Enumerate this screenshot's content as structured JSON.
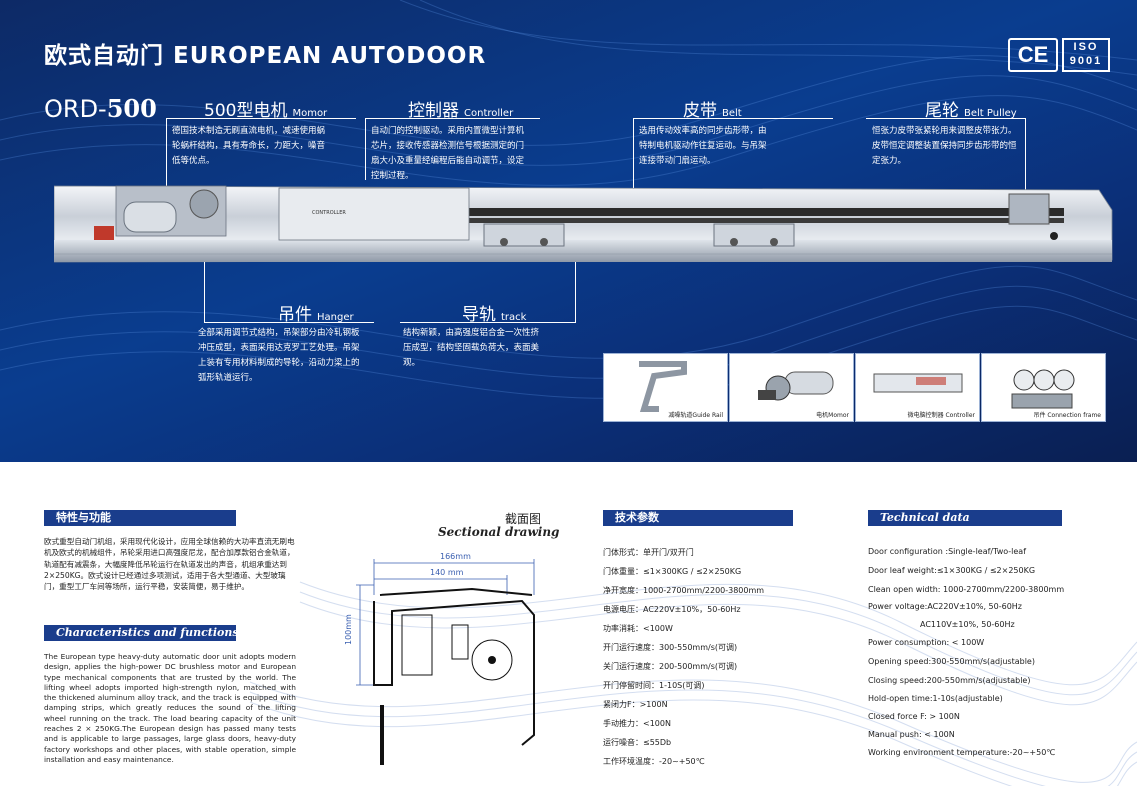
{
  "header": {
    "title": "欧式自动门 EUROPEAN AUTODOOR",
    "model_prefix": "ORD-",
    "model_number": "500",
    "cert_ce": "CE",
    "cert_iso_top": "ISO",
    "cert_iso_bottom": "9001"
  },
  "features": {
    "motor": {
      "title": "500型电机",
      "en": "Momor",
      "desc": "德国技术制造无刷直流电机，减速使用蜗轮蜗杆结构，具有寿命长，力距大，噪音低等优点。"
    },
    "controller": {
      "title": "控制器",
      "en": "Controller",
      "desc": "自动门的控制驱动。采用内置微型计算机芯片，接收传感器检测信号根据测定的门扇大小及重量经编程后能自动调节，设定控制过程。"
    },
    "belt": {
      "title": "皮带",
      "en": "Belt",
      "desc": "选用传动效率高的同步齿形带，由特制电机驱动作往复运动。与吊架连接带动门扇运动。"
    },
    "pulley": {
      "title": "尾轮",
      "en": "Belt Pulley",
      "desc": "恒张力皮带张紧轮用来调整皮带张力。皮带恒定调整装置保持同步齿形带的恒定张力。"
    },
    "hanger": {
      "title": "吊件",
      "en": "Hanger",
      "desc": "全部采用调节式结构，吊架部分由冷轧钢板冲压成型，表面采用达克罗工艺处理。吊架上装有专用材料制成的导轮，沿动力梁上的弧形轨道运行。"
    },
    "track": {
      "title": "导轨",
      "en": "track",
      "desc": "结构新颖，由高强度铝合金一次性挤压成型，结构坚固载负荷大，表面美观。"
    }
  },
  "rail_label": "CONTROLLER",
  "thumbnails": [
    {
      "caption": "减噪轨道Guide Rail"
    },
    {
      "caption": "电机Momor"
    },
    {
      "caption": "微电脑控制器 Controller"
    },
    {
      "caption": "吊件 Connection frame"
    }
  ],
  "section_features": {
    "title_cn": "特性与功能",
    "text_cn": "欧式重型自动门机组，采用现代化设计，应用全球信赖的大功率直流无刷电机及欧式的机械组件，吊轮采用进口高强度尼龙，配合加厚款铝合金轨道，轨道配有减震条，大幅度降低吊轮运行在轨道发出的声音，机组承重达到2×250KG。欧式设计已经通过多项测试，适用于各大型通道、大型玻璃门，重型工厂车间等场所，运行平稳，安装简便，易于维护。",
    "title_en": "Characteristics and functions",
    "text_en": "The European type heavy-duty automatic door unit adopts modern design, applies the high-power DC brushless motor and European type mechanical components that are trusted by the world. The lifting wheel adopts imported high-strength nylon, matched with the thickened aluminum alloy track, and the track is equipped with damping strips, which greatly reduces the sound of the lifting wheel running on the track. The load bearing capacity of the unit reaches 2 × 250KG.The European design has passed many tests and is applicable to large passages, large glass doors, heavy-duty factory workshops and other places, with stable operation, simple installation and easy maintenance."
  },
  "sectional": {
    "title_cn": "截面图",
    "title_en": "Sectional drawing",
    "dim_width_outer": "166mm",
    "dim_width_inner": "140 mm",
    "dim_height": "100mm"
  },
  "tech_cn": {
    "title": "技术参数",
    "rows": [
      "门体形式：单开门/双开门",
      "门体重量：≤1×300KG / ≤2×250KG",
      "净开宽度：1000-2700mm/2200-3800mm",
      "电源电压：AC220V±10%，50-60Hz",
      "功率消耗：<100W",
      "开门运行速度：300-550mm/s(可调)",
      "关门运行速度：200-500mm/s(可调)",
      "开门停留时间：1-10S(可调)",
      "紧闭力F：>100N",
      "手动推力：<100N",
      "运行噪音：≤55Db",
      "工作环境温度：-20~+50℃"
    ]
  },
  "tech_en": {
    "title": "Technical data",
    "rows": [
      "Door configuration :Single-leaf/Two-leaf",
      "Door leaf weight:≤1×300KG / ≤2×250KG",
      "Clean open width: 1000-2700mm/2200-3800mm",
      "Power voltage:AC220V±10%,   50-60Hz",
      "AC110V±10%,   50-60Hz",
      "Power consumption: < 100W",
      "Opening speed:300-550mm/s(adjustable)",
      "Closing speed:200-550mm/s(adjustable)",
      "Hold-open time:1-10s(adjustable)",
      "Closed force F: > 100N",
      "Manual push: < 100N",
      "Working environment temperature:-20~+50℃"
    ]
  },
  "colors": {
    "header_bg": "#0b3a8a",
    "bar": "#1a3d8c",
    "text": "#222222"
  }
}
